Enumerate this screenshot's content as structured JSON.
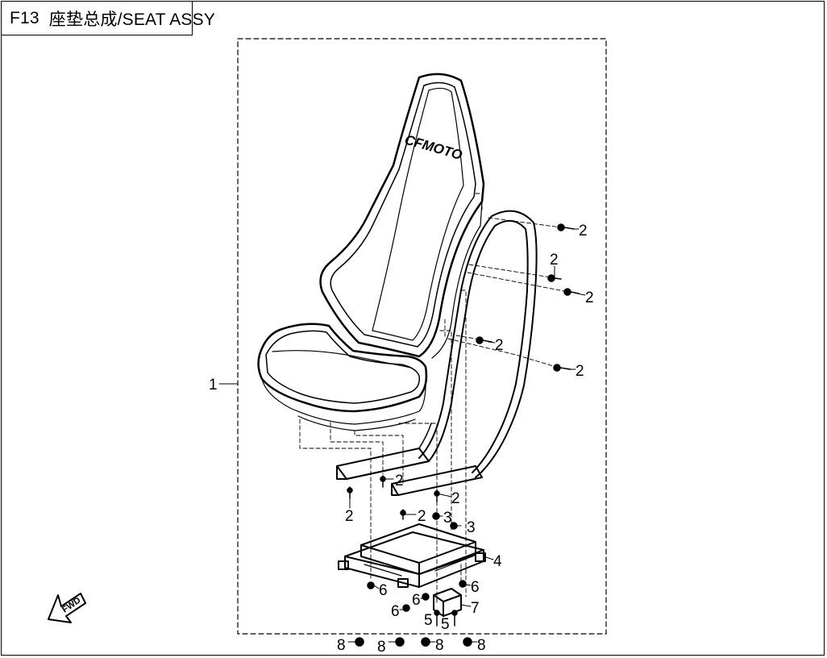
{
  "header": {
    "code": "F13",
    "title": "座垫总成/SEAT ASSY"
  },
  "seat_logo_text": "CFMOTO",
  "direction_arrow_text": "FWD",
  "callouts": {
    "c1": "1",
    "c2a": "2",
    "c2b": "2",
    "c2c": "2",
    "c2d": "2",
    "c2e": "2",
    "c2f": "2",
    "c2g": "2",
    "c2h": "2",
    "c2i": "2",
    "c3a": "3",
    "c3b": "3",
    "c4": "4",
    "c5a": "5",
    "c5b": "5",
    "c6a": "6",
    "c6b": "6",
    "c6c": "6",
    "c6d": "6",
    "c7": "7",
    "c8a": "8",
    "c8b": "8",
    "c8c": "8",
    "c8d": "8"
  }
}
